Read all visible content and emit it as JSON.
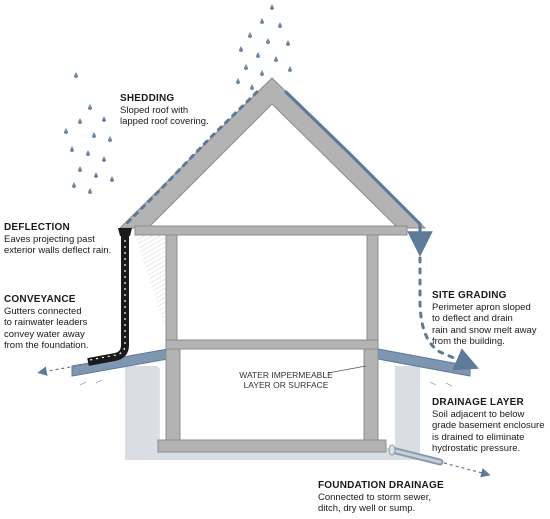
{
  "labels": {
    "shedding": {
      "heading": "SHEDDING",
      "body": "Sloped roof with\nlapped roof covering."
    },
    "deflection": {
      "heading": "DEFLECTION",
      "body": "Eaves projecting past\nexterior walls deflect rain."
    },
    "conveyance": {
      "heading": "CONVEYANCE",
      "body": "Gutters connected\nto rainwater leaders\nconvey water away\nfrom the foundation."
    },
    "site_grading": {
      "heading": "SITE GRADING",
      "body": "Perimeter apron sloped\nto deflect and drain\nrain and snow melt away\nfrom the building."
    },
    "drainage_layer": {
      "heading": "DRAINAGE LAYER",
      "body": "Soil adjacent to below\ngrade basement enclosure\nis drained to eliminate\nhydrostatic pressure."
    },
    "foundation_drainage": {
      "heading": "FOUNDATION DRAINAGE",
      "body": "Connected to storm sewer,\nditch, dry well or sump."
    },
    "impermeable": "WATER IMPERMEABLE\nLAYER OR SURFACE"
  },
  "colors": {
    "wall": "#b3b3b3",
    "wall_stroke": "#8c8c8c",
    "water": "#5e7a99",
    "soil": "#d9dee5",
    "apron": "#7f96b0",
    "leader": "#1a1a1a"
  }
}
